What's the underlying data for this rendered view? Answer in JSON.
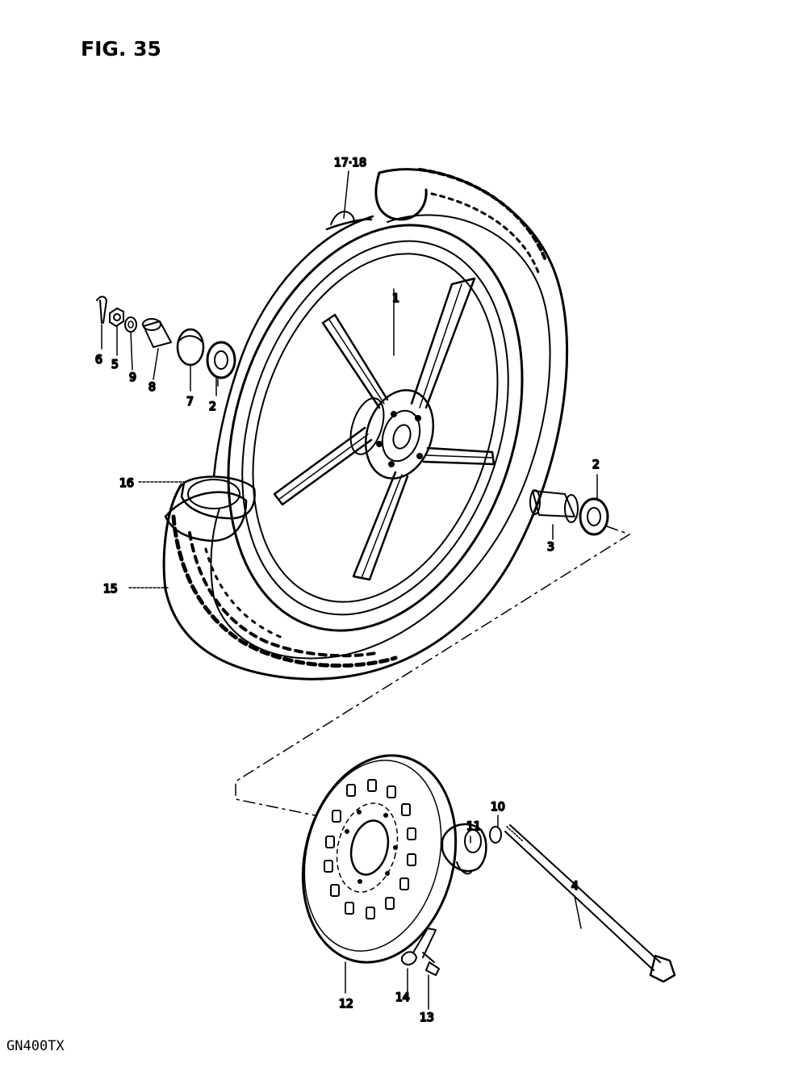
{
  "figure": {
    "title": "FIG. 35",
    "model_code": "GN400TX"
  },
  "callouts": [
    {
      "id": "p1",
      "label": "1"
    },
    {
      "id": "p2a",
      "label": "2"
    },
    {
      "id": "p2b",
      "label": "2"
    },
    {
      "id": "p3",
      "label": "3"
    },
    {
      "id": "p4",
      "label": "4"
    },
    {
      "id": "p5",
      "label": "5"
    },
    {
      "id": "p6",
      "label": "6"
    },
    {
      "id": "p7",
      "label": "7"
    },
    {
      "id": "p8",
      "label": "8"
    },
    {
      "id": "p9",
      "label": "9"
    },
    {
      "id": "p10",
      "label": "10"
    },
    {
      "id": "p11",
      "label": "11"
    },
    {
      "id": "p12",
      "label": "12"
    },
    {
      "id": "p13",
      "label": "13"
    },
    {
      "id": "p14",
      "label": "14"
    },
    {
      "id": "p15",
      "label": "15"
    },
    {
      "id": "p16",
      "label": "16"
    },
    {
      "id": "p17",
      "label": "17·18"
    }
  ]
}
